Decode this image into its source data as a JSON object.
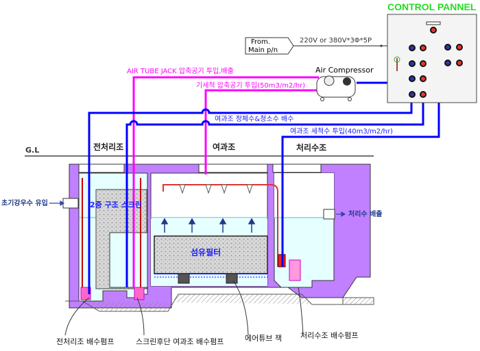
{
  "title": "CONTROL PANNEL",
  "power": {
    "source_line1": "From.",
    "source_line2": "Main p/n",
    "spec": "220V or 380V*3Φ*5P"
  },
  "equipment": {
    "compressor": "Air Compressor"
  },
  "lines": {
    "air_tube_jack": "AIR TUBE JACK 압축공기 투입,배출",
    "air_wash": "기세척 압축공기 투입(50m3/m2/hr)",
    "drain": "여과조 정체수&청소수 배수",
    "backwash": "여과조 세척수 투입(40m3/m2/hr)"
  },
  "tanks": {
    "pretreatment": "전처리조",
    "filter": "여과조",
    "treated": "처리수조"
  },
  "ground_level": "G.L",
  "inflow": "초기강우수 유입",
  "outflow": "처리수 배출",
  "screen": "2중 구조 스크린",
  "filter_media": "섬유필터",
  "callouts": [
    "전처리조 배수펌프",
    "스크린후단 여과조 배수펌프",
    "에어튜브 잭",
    "처리수조 배수펌프"
  ],
  "colors": {
    "air_line": "#ff00ff",
    "water_line": "#0000ff",
    "concrete": "#c080ff",
    "water": "#e0ffff",
    "panel_title": "#22dd22"
  }
}
